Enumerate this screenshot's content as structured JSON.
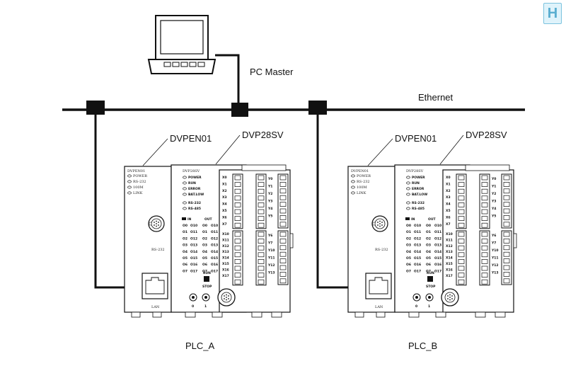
{
  "labels": {
    "pc_master": "PC Master",
    "ethernet": "Ethernet",
    "plc_a": "PLC_A",
    "plc_b": "PLC_B",
    "dvpen01": "DVPEN01",
    "dvp28sv": "DVP28SV"
  },
  "device_text": {
    "en_title": "DVPEN01",
    "sv_title": "DVP28SV",
    "en_leds": [
      "POWER",
      "RS-232",
      "100M",
      "LINK"
    ],
    "sv_leds": [
      "POWER",
      "RUN",
      "ERROR",
      "BAT.LOW"
    ],
    "sv_leds2": [
      "RS-232",
      "RS-485"
    ],
    "rs232": "RS-232",
    "lan": "LAN",
    "run": "RUN",
    "stop": "STOP",
    "port0": "0",
    "port1": "1",
    "in_col1": [
      "O0",
      "O1",
      "O2",
      "O3",
      "O4",
      "O5",
      "O6",
      "O7"
    ],
    "in_col2": [
      "O10",
      "O11",
      "O12",
      "O13",
      "O14",
      "O15",
      "O16",
      "O17"
    ],
    "out_col1": [
      "O0",
      "O1",
      "O2",
      "O3",
      "O4",
      "O5",
      "O6",
      "O7"
    ],
    "out_col2": [
      "O10",
      "O11",
      "O12",
      "O13",
      "O14",
      "O15",
      "O16",
      "O17"
    ],
    "in_hdr": "IN",
    "out_hdr": "OUT",
    "x_labels": [
      "X0",
      "X1",
      "X2",
      "X3",
      "X4",
      "X5",
      "X6",
      "X7",
      "X10",
      "X11",
      "X12",
      "X13",
      "X14",
      "X15",
      "X16",
      "X17"
    ],
    "y_labels": [
      "Y0",
      "Y1",
      "Y2",
      "Y3",
      "Y4",
      "Y5",
      "Y6",
      "Y7",
      "Y10",
      "Y11",
      "Y12",
      "Y13"
    ]
  },
  "badge": "H"
}
